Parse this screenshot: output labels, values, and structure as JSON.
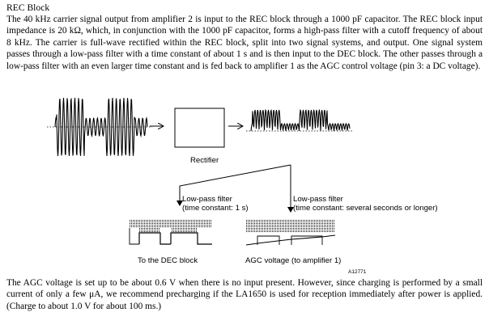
{
  "document": {
    "heading": "REC Block",
    "intro": "The 40 kHz carrier signal output from amplifier 2 is input to the REC block through a 1000 pF capacitor. The REC block input impedance is 20 kΩ, which, in conjunction with the 1000 pF capacitor, forms a high-pass filter with a cutoff frequency of about 8 kHz. The carrier is full-wave rectified within the REC block, split into two signal systems, and output. One signal system passes through a low-pass filter with a time constant of about 1 s and is then input to the DEC block. The other passes through a low-pass filter with an even larger time constant and is fed back to amplifier 1 as the AGC control voltage (pin 3: a DC voltage).",
    "outro": "The AGC voltage is set up to be about 0.6 V when there is no input present. However, since charging is performed by a small current of only a few μA, we recommend precharging if the LA1650 is used for reception immediately after power is applied. (Charge to about 1.0 V for about 100 ms.)"
  },
  "diagram": {
    "rectifier_label": "Rectifier",
    "lpf1": {
      "title": "Low-pass filter",
      "detail": "(time constant: 1 s)"
    },
    "lpf2": {
      "title": "Low-pass filter",
      "detail": "(time constant: several seconds or longer)"
    },
    "output1_label": "To the DEC block",
    "output2_label": "AGC voltage (to amplifier 1)",
    "figure_id": "A12771"
  }
}
